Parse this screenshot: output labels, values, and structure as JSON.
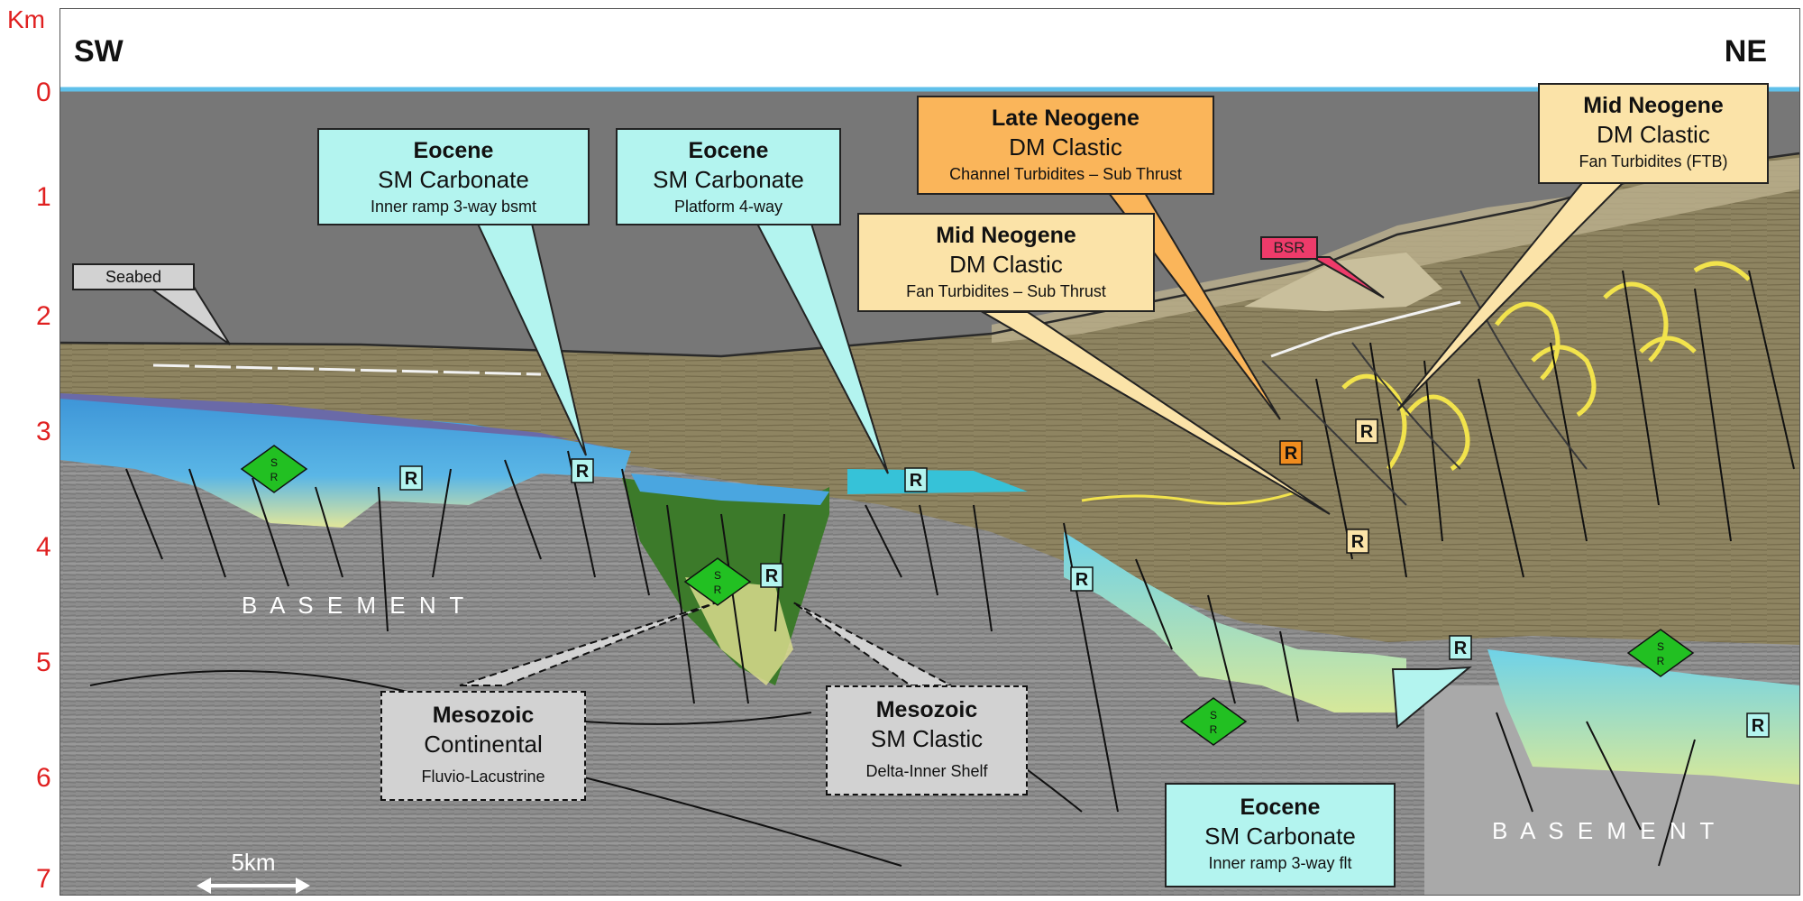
{
  "axis": {
    "unit": "Km",
    "ticks": [
      "0",
      "1",
      "2",
      "3",
      "4",
      "5",
      "6",
      "7"
    ]
  },
  "directions": {
    "left": "SW",
    "right": "NE"
  },
  "scale_bar": "5km",
  "small_labels": {
    "seabed": "Seabed",
    "bsr": "BSR"
  },
  "basement_labels": [
    "B A S E M E N T",
    "B A S E M E N T"
  ],
  "markers": {
    "reservoir": "R",
    "source": "S",
    "source_sub": "R"
  },
  "callouts": {
    "eocene_inner_bsmt": {
      "title": "Eocene",
      "line": "SM Carbonate",
      "sub": "Inner ramp 3-way bsmt"
    },
    "eocene_platform": {
      "title": "Eocene",
      "line": "SM Carbonate",
      "sub": "Platform 4-way"
    },
    "late_neogene": {
      "title": "Late Neogene",
      "line": "DM Clastic",
      "sub": "Channel Turbidites – Sub Thrust"
    },
    "mid_neogene_sub_thrust": {
      "title": "Mid Neogene",
      "line": "DM Clastic",
      "sub": "Fan Turbidites – Sub Thrust"
    },
    "mid_neogene_ftb": {
      "title": "Mid Neogene",
      "line": "DM Clastic",
      "sub": "Fan Turbidites  (FTB)"
    },
    "mesozoic_continental": {
      "title": "Mesozoic",
      "line": "Continental",
      "sub": "Fluvio-Lacustrine"
    },
    "mesozoic_sm_clastic": {
      "title": "Mesozoic",
      "line": "SM Clastic",
      "sub": "Delta-Inner Shelf"
    },
    "eocene_inner_flt": {
      "title": "Eocene",
      "line": "SM Carbonate",
      "sub": "Inner ramp 3-way flt"
    }
  },
  "colors": {
    "seismic_grey": "#8c8c8c",
    "water": "#777777",
    "neogene_fill": "#908460",
    "eocene_carbonate": "#4aa6e0",
    "mesozoic_green": "#3c7a2a",
    "source_green": "#22c022",
    "callout_cyan": "#b3f4ef",
    "callout_orange": "#fab55a",
    "callout_tan": "#fbe3a8",
    "axis_red": "#e02020",
    "bsr_pink": "#ee3b6a"
  }
}
